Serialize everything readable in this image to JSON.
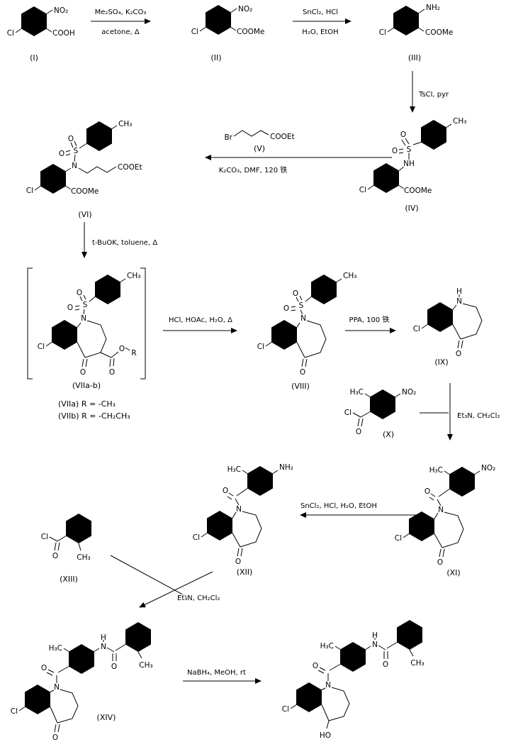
{
  "scheme": {
    "compounds": [
      {
        "label": "(I)",
        "sub": {
          "nitro": "NO₂",
          "acid": "COOH",
          "cl": "Cl"
        }
      },
      {
        "label": "(II)",
        "sub": {
          "nitro": "NO₂",
          "ester": "COOMe",
          "cl": "Cl"
        }
      },
      {
        "label": "(III)",
        "sub": {
          "amine": "NH₂",
          "ester": "COOMe",
          "cl": "Cl"
        }
      },
      {
        "label": "(IV)",
        "sub": {
          "methyl": "CH₃",
          "o1": "O",
          "o2": "O",
          "s": "S",
          "nh": "NH",
          "ester": "COOMe",
          "cl": "Cl"
        }
      },
      {
        "label": "(V)",
        "sub": {
          "br": "Br",
          "ester": "COOEt"
        }
      },
      {
        "label": "(VI)",
        "sub": {
          "methyl": "CH₃",
          "o1": "O",
          "o2": "O",
          "s": "S",
          "n": "N",
          "chain_ester": "COOEt",
          "ester": "COOMe",
          "cl": "Cl"
        }
      },
      {
        "label": "(VIIa-b)",
        "sub": {
          "methyl": "CH₃",
          "o1": "O",
          "o2": "O",
          "s": "S",
          "n": "N",
          "cl": "Cl",
          "ketone_o": "O",
          "ester_o": "O",
          "ester_o2": "O",
          "r": "R"
        },
        "variants": [
          "(VIIa)  R = -CH₃",
          "(VIIb)  R = -CH₂CH₃"
        ]
      },
      {
        "label": "(VIII)",
        "sub": {
          "methyl": "CH₃",
          "o1": "O",
          "o2": "O",
          "s": "S",
          "n": "N",
          "cl": "Cl",
          "ketone_o": "O"
        }
      },
      {
        "label": "(IX)",
        "sub": {
          "h": "H",
          "n": "N",
          "cl": "Cl",
          "ketone_o": "O"
        }
      },
      {
        "label": "(X)",
        "sub": {
          "methyl": "H₃C",
          "nitro": "NO₂",
          "cl": "Cl",
          "o": "O"
        }
      },
      {
        "label": "(XI)",
        "sub": {
          "methyl": "H₃C",
          "nitro": "NO₂",
          "amide_o": "O",
          "n": "N",
          "cl": "Cl",
          "ketone_o": "O"
        }
      },
      {
        "label": "(XII)",
        "sub": {
          "methyl": "H₃C",
          "amine": "NH₂",
          "amide_o": "O",
          "n": "N",
          "cl": "Cl",
          "ketone_o": "O"
        }
      },
      {
        "label": "(XIII)",
        "sub": {
          "cl": "Cl",
          "o": "O",
          "methyl": "CH₃"
        }
      },
      {
        "label": "(XIV)",
        "sub": {
          "methyl": "H₃C",
          "nh_h": "H",
          "nh_n": "N",
          "amide2_o": "O",
          "methyl2": "CH₃",
          "amide_o": "O",
          "n": "N",
          "cl": "Cl",
          "ketone_o": "O"
        }
      },
      {
        "label": "",
        "sub": {
          "methyl": "H₃C",
          "nh_h": "H",
          "nh_n": "N",
          "amide2_o": "O",
          "methyl2": "CH₃",
          "amide_o": "O",
          "n": "N",
          "cl": "Cl",
          "oh": "HO"
        }
      }
    ],
    "reagents": [
      {
        "above": "Me₂SO₄, K₂CO₃",
        "below": "acetone, Δ"
      },
      {
        "above": "SnCl₂, HCl",
        "below": "H₂O, EtOH"
      },
      {
        "text": "TsCl, pyr"
      },
      {
        "text": "K₂CO₃, DMF, 120 铁"
      },
      {
        "text": "t-BuOK, toluene, Δ"
      },
      {
        "text": "HCl, HOAc, H₂O, Δ"
      },
      {
        "text": "PPA, 100 铁"
      },
      {
        "text": "Et₃N, CH₂Cl₂"
      },
      {
        "text": "SnCl₂, HCl, H₂O, EtOH"
      },
      {
        "text": "Et₃N, CH₂Cl₂"
      },
      {
        "text": "NaBH₄, MeOH, rt"
      }
    ]
  }
}
